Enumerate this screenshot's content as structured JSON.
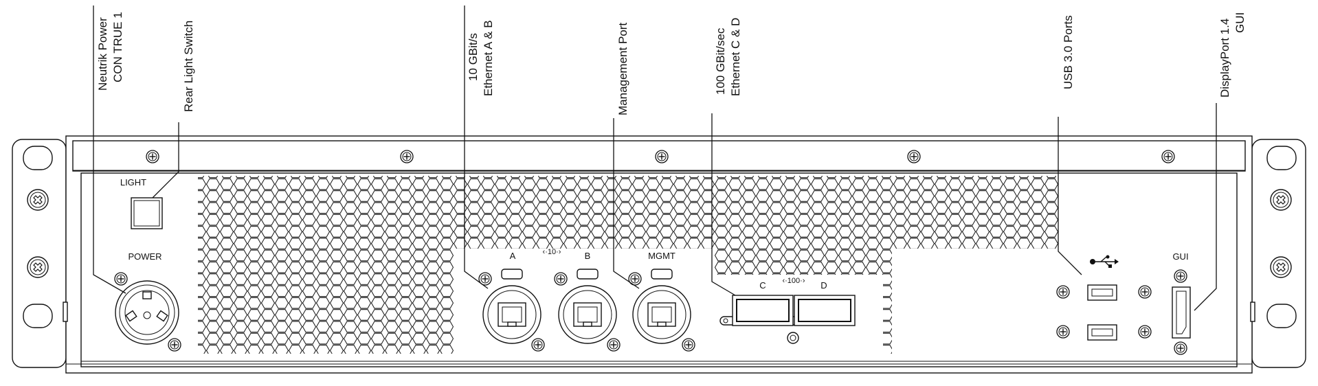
{
  "callouts": {
    "neutrik_1": "Neutrik Power",
    "neutrik_2": "CON TRUE 1",
    "rear_light": "Rear Light Switch",
    "eth10_1": "10 GBit/s",
    "eth10_2": "Ethernet A & B",
    "mgmt": "Management Port",
    "eth100_1": "100 GBit/sec",
    "eth100_2": "Ethernet C & D",
    "usb": "USB 3.0 Ports",
    "dp_1": "DisplayPort 1.4",
    "dp_2": "GUI"
  },
  "panel_labels": {
    "light": "LIGHT",
    "power": "POWER",
    "port_a": "A",
    "port_b": "B",
    "speed_10": "‹·10·›",
    "mgmt": "MGMT",
    "port_c": "C",
    "port_d": "D",
    "speed_100": "‹·100·›",
    "gui": "GUI"
  },
  "icons": [
    "screw-icon",
    "usb-icon",
    "power-connector-icon",
    "rj45-icon",
    "qsfp-icon",
    "displayport-icon"
  ]
}
